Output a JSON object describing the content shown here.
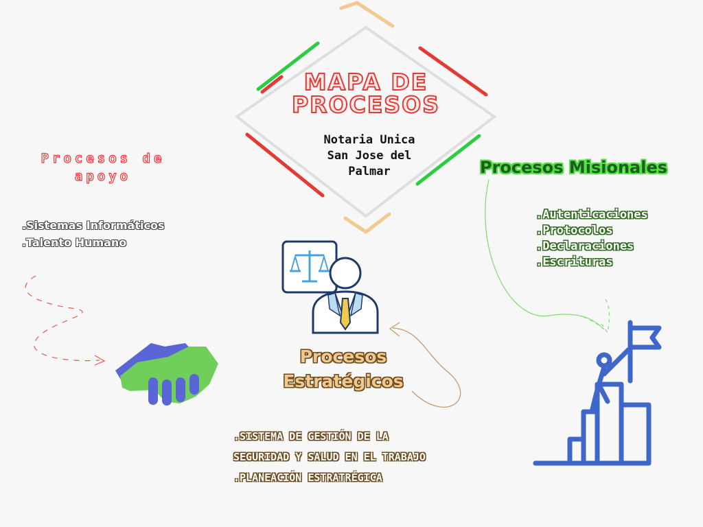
{
  "title": {
    "line1": "MAPA DE",
    "line2": "PROCESOS",
    "subtitle_line1": "Notaria Unica",
    "subtitle_line2": "San Jose del",
    "subtitle_line3": "Palmar"
  },
  "apoyo": {
    "title_line1": "Procesos de",
    "title_line2": "apoyo",
    "items": [
      ".Sistemas Informáticos",
      ".Talento Humano"
    ]
  },
  "misionales": {
    "title": "Procesos Misionales",
    "items": [
      ".Autenticaciones",
      ".Protocolos",
      ".Declaraciones",
      ".Escrituras"
    ]
  },
  "estrategicos": {
    "title_line1": "Procesos",
    "title_line2": "Estratégicos",
    "items": [
      ".SISTEMA DE GESTIÓN DE LA",
      "SEGURIDAD Y SALUD EN EL TRABAJO",
      ".PLANEACIÓN ESTRATRÉGICA"
    ]
  },
  "colors": {
    "red": "#e53935",
    "green": "#2ecc40",
    "tan": "#f2c98f",
    "blue": "#3f67c9",
    "light_green": "#6fcf5a"
  },
  "icons": [
    "diamond-frame",
    "lawyer-scales-icon",
    "handshake-icon",
    "summit-flag-icon"
  ]
}
